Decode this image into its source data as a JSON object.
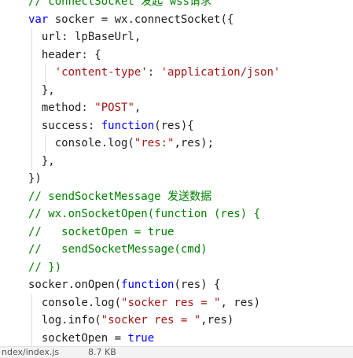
{
  "editor": {
    "lines": [
      [
        {
          "t": "com",
          "v": "// connectSocket 发起 wss请求"
        }
      ],
      [
        {
          "t": "kw",
          "v": "var"
        },
        {
          "t": "plain",
          "v": " socker = wx.connectSocket({"
        }
      ],
      [
        {
          "t": "plain",
          "v": "  url: lpBaseUrl,"
        }
      ],
      [
        {
          "t": "plain",
          "v": "  header: {"
        }
      ],
      [
        {
          "t": "plain",
          "v": "    "
        },
        {
          "t": "str",
          "v": "'content-type'"
        },
        {
          "t": "plain",
          "v": ": "
        },
        {
          "t": "str",
          "v": "'application/json'"
        }
      ],
      [
        {
          "t": "plain",
          "v": "  },"
        }
      ],
      [
        {
          "t": "plain",
          "v": "  method: "
        },
        {
          "t": "str",
          "v": "\"POST\""
        },
        {
          "t": "plain",
          "v": ","
        }
      ],
      [
        {
          "t": "plain",
          "v": "  success: "
        },
        {
          "t": "kw",
          "v": "function"
        },
        {
          "t": "plain",
          "v": "(res){"
        }
      ],
      [
        {
          "t": "plain",
          "v": "    console.log("
        },
        {
          "t": "str",
          "v": "\"res:\""
        },
        {
          "t": "plain",
          "v": ",res);"
        }
      ],
      [
        {
          "t": "plain",
          "v": "  },"
        }
      ],
      [
        {
          "t": "plain",
          "v": "})"
        }
      ],
      [
        {
          "t": "com",
          "v": "// sendSocketMessage 发送数据"
        }
      ],
      [
        {
          "t": "com",
          "v": "// wx.onSocketOpen(function (res) {"
        }
      ],
      [
        {
          "t": "com",
          "v": "//   socketOpen = true"
        }
      ],
      [
        {
          "t": "com",
          "v": "//   sendSocketMessage(cmd)"
        }
      ],
      [
        {
          "t": "com",
          "v": "// })"
        }
      ],
      [
        {
          "t": "plain",
          "v": "socker.onOpen("
        },
        {
          "t": "kw",
          "v": "function"
        },
        {
          "t": "plain",
          "v": "(res) {"
        }
      ],
      [
        {
          "t": "plain",
          "v": "  console.log("
        },
        {
          "t": "str",
          "v": "\"socker res = \""
        },
        {
          "t": "plain",
          "v": ", res)"
        }
      ],
      [
        {
          "t": "plain",
          "v": "  log.info("
        },
        {
          "t": "str",
          "v": "\"socker res = \""
        },
        {
          "t": "plain",
          "v": ",res)"
        }
      ],
      [
        {
          "t": "plain",
          "v": "  socketOpen = "
        },
        {
          "t": "kw",
          "v": "true"
        }
      ]
    ]
  },
  "statusbar": {
    "filename": "ndex/index.js",
    "filesize": "8.7 KB"
  },
  "colors": {
    "keyword": "#0000ff",
    "string": "#a31515",
    "comment": "#008000",
    "text": "#1e1e1e"
  }
}
